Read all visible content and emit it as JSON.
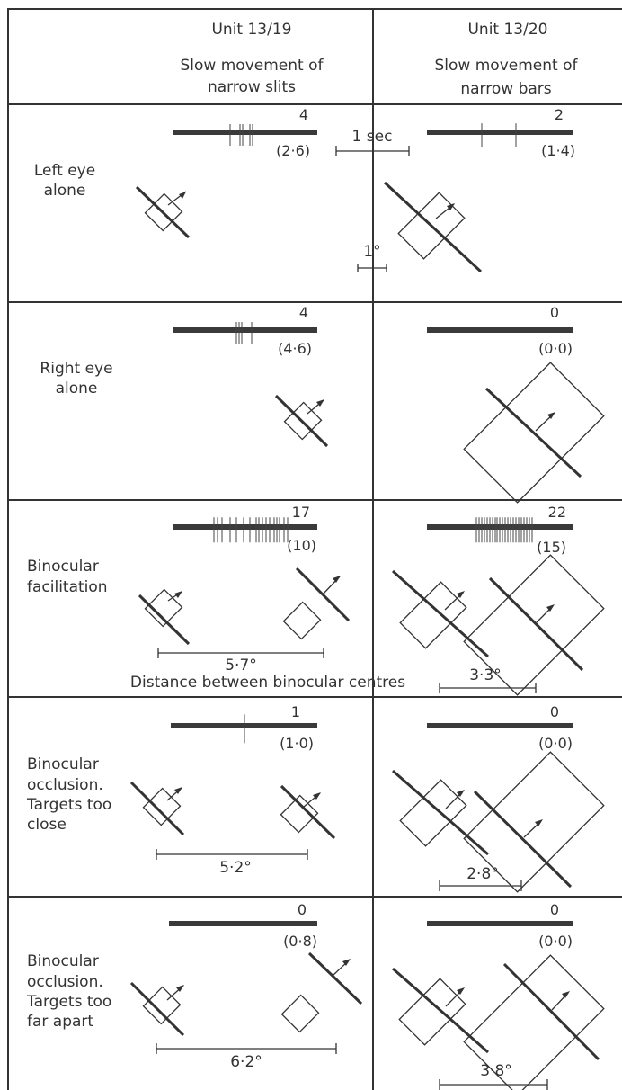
{
  "columns": [
    {
      "unit": "Unit 13/19",
      "title_line1": "Slow movement of",
      "title_line2": "narrow slits"
    },
    {
      "unit": "Unit 13/20",
      "title_line1": "Slow movement of",
      "title_line2": "narrow bars"
    }
  ],
  "rows": [
    {
      "label_lines": [
        "Left eye",
        "alone"
      ],
      "left": {
        "count": "4",
        "mean": "(2·6)"
      },
      "right": {
        "count": "2",
        "mean": "(1·4)"
      }
    },
    {
      "label_lines": [
        "Right eye",
        "alone"
      ],
      "left": {
        "count": "4",
        "mean": "(4·6)"
      },
      "right": {
        "count": "0",
        "mean": "(0·0)"
      }
    },
    {
      "label_lines": [
        "Binocular",
        "facilitation"
      ],
      "left": {
        "count": "17",
        "mean": "(10)",
        "distance": "5·7°"
      },
      "right": {
        "count": "22",
        "mean": "(15)",
        "distance": "3·3°"
      }
    },
    {
      "label_lines": [
        "Binocular",
        "occlusion.",
        "Targets too",
        "close"
      ],
      "left": {
        "count": "1",
        "mean": "(1·0)",
        "distance": "5·2°"
      },
      "right": {
        "count": "0",
        "mean": "(0·0)",
        "distance": "2·8°"
      }
    },
    {
      "label_lines": [
        "Binocular",
        "occlusion.",
        "Targets too",
        "far apart"
      ],
      "left": {
        "count": "0",
        "mean": "(0·8)",
        "distance": "6·2°"
      },
      "right": {
        "count": "0",
        "mean": "(0·0)",
        "distance": "3·8°"
      }
    }
  ],
  "scale": {
    "time": "1 sec",
    "angle": "1°"
  },
  "distance_caption": "Distance between binocular centres",
  "colors": {
    "ink": "#333333",
    "trace": "#3a3a3a"
  }
}
